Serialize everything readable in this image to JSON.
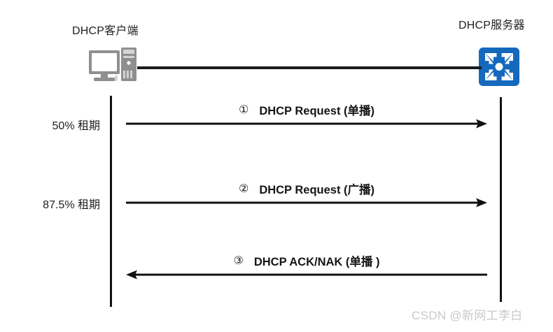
{
  "diagram": {
    "type": "sequence-diagram",
    "actors": {
      "client": {
        "label": "DHCP客户端",
        "icon": "desktop-computer-icon"
      },
      "server": {
        "label": "DHCP服务器",
        "icon": "network-router-icon"
      }
    },
    "time_labels": [
      {
        "text": "50% 租期"
      },
      {
        "text": "87.5% 租期"
      }
    ],
    "messages": [
      {
        "index": "①",
        "text": "DHCP Request (单播)",
        "direction": "right",
        "from": "client",
        "to": "server"
      },
      {
        "index": "②",
        "text": "DHCP Request (广播)",
        "direction": "right",
        "from": "client",
        "to": "server"
      },
      {
        "index": "③",
        "text": "DHCP ACK/NAK (单播 )",
        "direction": "left",
        "from": "server",
        "to": "client"
      }
    ],
    "watermark": "CSDN @新网工李白",
    "colors": {
      "server_icon_blue": "#1469bc",
      "client_icon_gray": "#8c8c8c",
      "line_black": "#111111",
      "watermark_gray": "#c9c9c9",
      "background": "#ffffff"
    }
  }
}
